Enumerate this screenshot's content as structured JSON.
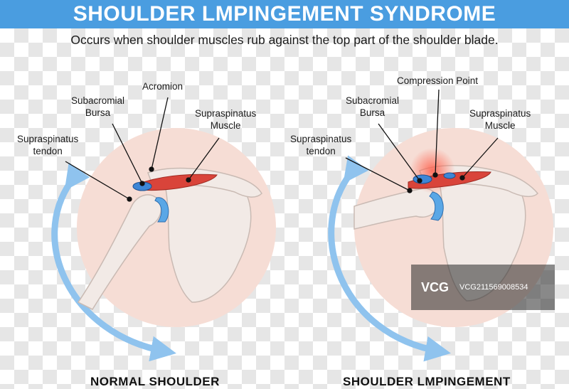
{
  "title": "SHOULDER LMPINGEMENT SYNDROME",
  "subtitle": "Occurs when shoulder muscles rub against the top part of the shoulder blade.",
  "colors": {
    "title_bar": "#4a9de0",
    "circle_bg": "#f6ddd5",
    "bone": "#f2eae6",
    "bursa": "#3d86d6",
    "muscle": "#d9443a",
    "arrow": "#8fc3ee",
    "compression_glow": "#ff6b57"
  },
  "normal": {
    "caption": "NORMAL SHOULDER",
    "labels": {
      "acromion": "Acromion",
      "bursa_line1": "Subacromial",
      "bursa_line2": "Bursa",
      "muscle_line1": "Supraspinatus",
      "muscle_line2": "Muscle",
      "tendon_line1": "Supraspinatus",
      "tendon_line2": "tendon"
    }
  },
  "impingement": {
    "caption": "SHOULDER LMPINGEMENT",
    "labels": {
      "compression": "Compression Point",
      "bursa_line1": "Subacromial",
      "bursa_line2": "Bursa",
      "muscle_line1": "Supraspinatus",
      "muscle_line2": "Muscle",
      "tendon_line1": "Supraspinatus",
      "tendon_line2": "tendon"
    }
  },
  "watermark": {
    "logo": "VCG",
    "id": "VCG211569008534"
  }
}
